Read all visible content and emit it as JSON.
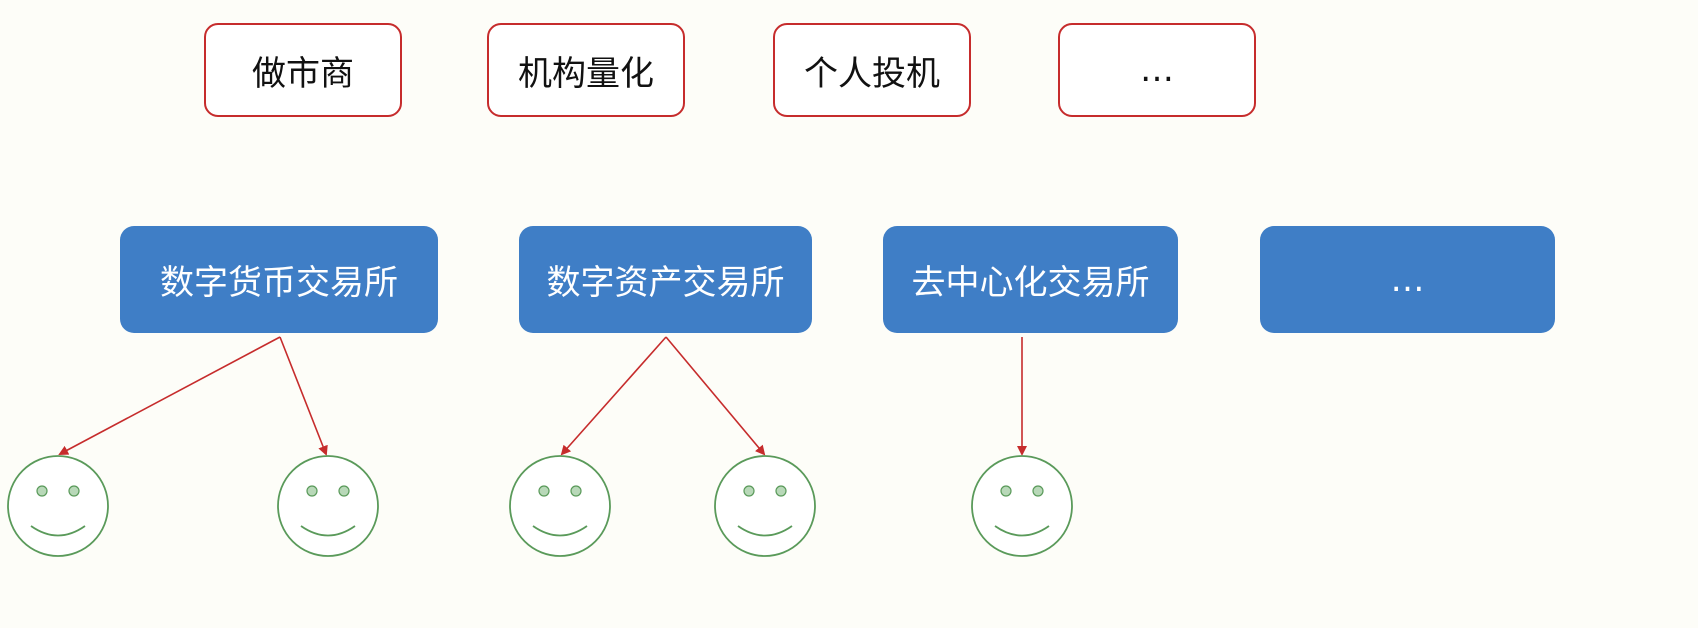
{
  "participants": [
    {
      "label": "做市商"
    },
    {
      "label": "机构量化"
    },
    {
      "label": "个人投机"
    },
    {
      "label": "…"
    }
  ],
  "exchanges": [
    {
      "label": "数字货币交易所"
    },
    {
      "label": "数字资产交易所"
    },
    {
      "label": "去中心化交易所"
    },
    {
      "label": "…"
    }
  ],
  "colors": {
    "participant_border": "#c62c2c",
    "exchange_fill": "#3f7ec6",
    "arrow": "#c62c2c",
    "user_face": "#5a9a5a",
    "background": "#fdfdf8"
  },
  "icons": {
    "user": "smiley-face-icon"
  }
}
